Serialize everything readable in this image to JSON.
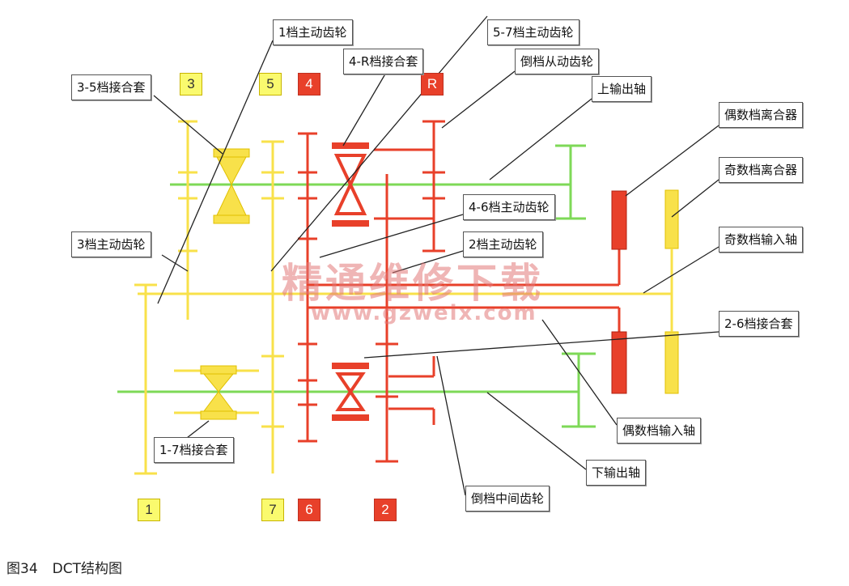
{
  "caption": {
    "figure_no": "图34",
    "title": "DCT结构图"
  },
  "watermark": {
    "text": "精通维修下载",
    "url": "www.gzweix.com"
  },
  "gear_tags": [
    {
      "id": "3",
      "label": "3",
      "kind": "odd"
    },
    {
      "id": "5",
      "label": "5",
      "kind": "odd"
    },
    {
      "id": "4",
      "label": "4",
      "kind": "even"
    },
    {
      "id": "R",
      "label": "R",
      "kind": "even"
    },
    {
      "id": "1",
      "label": "1",
      "kind": "odd"
    },
    {
      "id": "7",
      "label": "7",
      "kind": "odd"
    },
    {
      "id": "6",
      "label": "6",
      "kind": "even"
    },
    {
      "id": "2",
      "label": "2",
      "kind": "even"
    }
  ],
  "callouts": {
    "gear1_drive": "1档主动齿轮",
    "gear57_drive": "5-7档主动齿轮",
    "sync_4R": "4-R档接合套",
    "reverse_driven": "倒档从动齿轮",
    "sync_35": "3-5档接合套",
    "upper_output_shaft": "上输出轴",
    "even_clutch": "偶数档离合器",
    "odd_clutch": "奇数档离合器",
    "gear46_drive": "4-6档主动齿轮",
    "gear3_drive": "3档主动齿轮",
    "gear2_drive": "2档主动齿轮",
    "odd_input_shaft": "奇数档输入轴",
    "sync_26": "2-6档接合套",
    "even_input_shaft": "偶数档输入轴",
    "sync_17": "1-7档接合套",
    "lower_output_shaft": "下输出轴",
    "reverse_idler": "倒档中间齿轮"
  },
  "colors": {
    "odd_gear": "#f8e14a",
    "even_gear": "#e8402a",
    "shaft": "#7ed957",
    "leader": "#222222"
  }
}
